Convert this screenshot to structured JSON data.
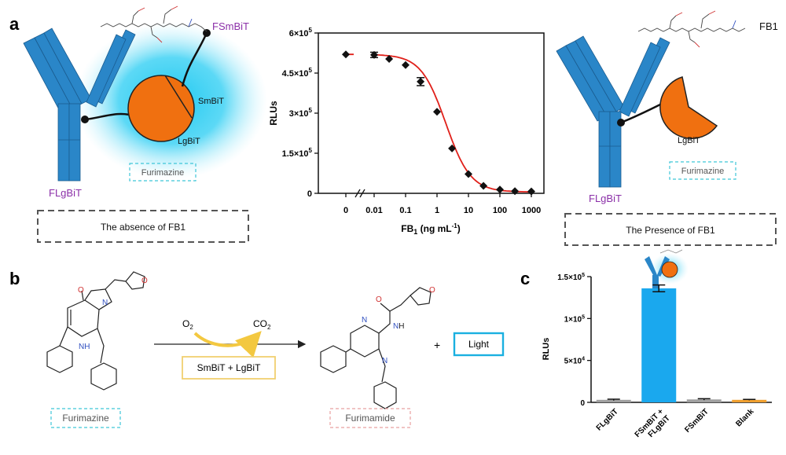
{
  "panel_labels": {
    "a": "a",
    "b": "b",
    "c": "c"
  },
  "colors": {
    "antibody": "#2a86c8",
    "smbit_orange": "#f07010",
    "glow": "#1ec8f0",
    "curve": "#e0201a",
    "bar_blue": "#1aa8ee",
    "bar_gray": "#a0a0a0",
    "bar_orange": "#f0a030",
    "purple_label": "#8b2fa8",
    "dashed_box": "#555555",
    "furimazine_box": "#3ec6d8",
    "furimamide_box": "#e8a0a0",
    "enzyme_box": "#f0d070",
    "light_box": "#1ab0e0",
    "arrow_yellow": "#f3c840"
  },
  "panel_a": {
    "left": {
      "fsmbit_label": "FSmBiT",
      "smbit_label": "SmBiT",
      "lgbit_label": "LgBiT",
      "flgbit_label": "FLgBiT",
      "furimazine_label": "Furimazine",
      "caption": "The absence of FB1"
    },
    "right": {
      "fb1_label": "FB1",
      "lgbit_label": "LgBiT",
      "flgbit_label": "FLgBiT",
      "furimazine_label": "Furimazine",
      "caption": "The Presence of FB1"
    }
  },
  "panel_b": {
    "furimazine_label": "Furimazine",
    "furimamide_label": "Furimamide",
    "o2": "O",
    "o2_sub": "2",
    "co2": "CO",
    "co2_sub": "2",
    "enzyme_label": "SmBiT + LgBiT",
    "plus": "+",
    "light_label": "Light",
    "atom_o": "O",
    "atom_n": "N",
    "atom_nh": "NH",
    "atom_h": "H"
  },
  "chart_data": [
    {
      "type": "scatter",
      "ylabel": "RLUs",
      "xlabel_main": "FB",
      "xlabel_sub": "1",
      "xlabel_unit": " (ng mL",
      "xlabel_sup": "-1",
      "xlabel_close": ")",
      "xscale": "log",
      "x_ticks": [
        "0",
        "0.01",
        "0.1",
        "1",
        "10",
        "100",
        "1000"
      ],
      "y_ticks": [
        "0",
        "1.5×10",
        "3×10",
        "4.5×10",
        "6×10"
      ],
      "y_tick_exp": "5",
      "ylim": [
        0,
        600000
      ],
      "points": [
        {
          "x": 0,
          "y": 520000
        },
        {
          "x": 0.01,
          "y": 518000,
          "err": 10000
        },
        {
          "x": 0.03,
          "y": 503000
        },
        {
          "x": 0.1,
          "y": 480000
        },
        {
          "x": 0.3,
          "y": 418000,
          "err": 15000
        },
        {
          "x": 1,
          "y": 305000
        },
        {
          "x": 3,
          "y": 168000
        },
        {
          "x": 10,
          "y": 72000
        },
        {
          "x": 30,
          "y": 28000
        },
        {
          "x": 100,
          "y": 14000
        },
        {
          "x": 300,
          "y": 8000
        },
        {
          "x": 1000,
          "y": 7000
        }
      ],
      "fit": {
        "top": 520000,
        "bottom": 5000,
        "ec50": 1.9,
        "hill": 1.1
      }
    },
    {
      "type": "bar",
      "ylabel": "RLUs",
      "categories": [
        "FLgBiT",
        "FSmBiT +\nFLgBiT",
        "FSmBiT",
        "Blank"
      ],
      "values": [
        3000,
        136000,
        3500,
        3000
      ],
      "errors": [
        800,
        4000,
        800,
        500
      ],
      "y_ticks": [
        "0",
        "5×10",
        "1×10",
        "1.5×10"
      ],
      "y_tick_exp": "4",
      "y_tick_exp2": "5",
      "ylim": [
        0,
        150000
      ]
    }
  ]
}
